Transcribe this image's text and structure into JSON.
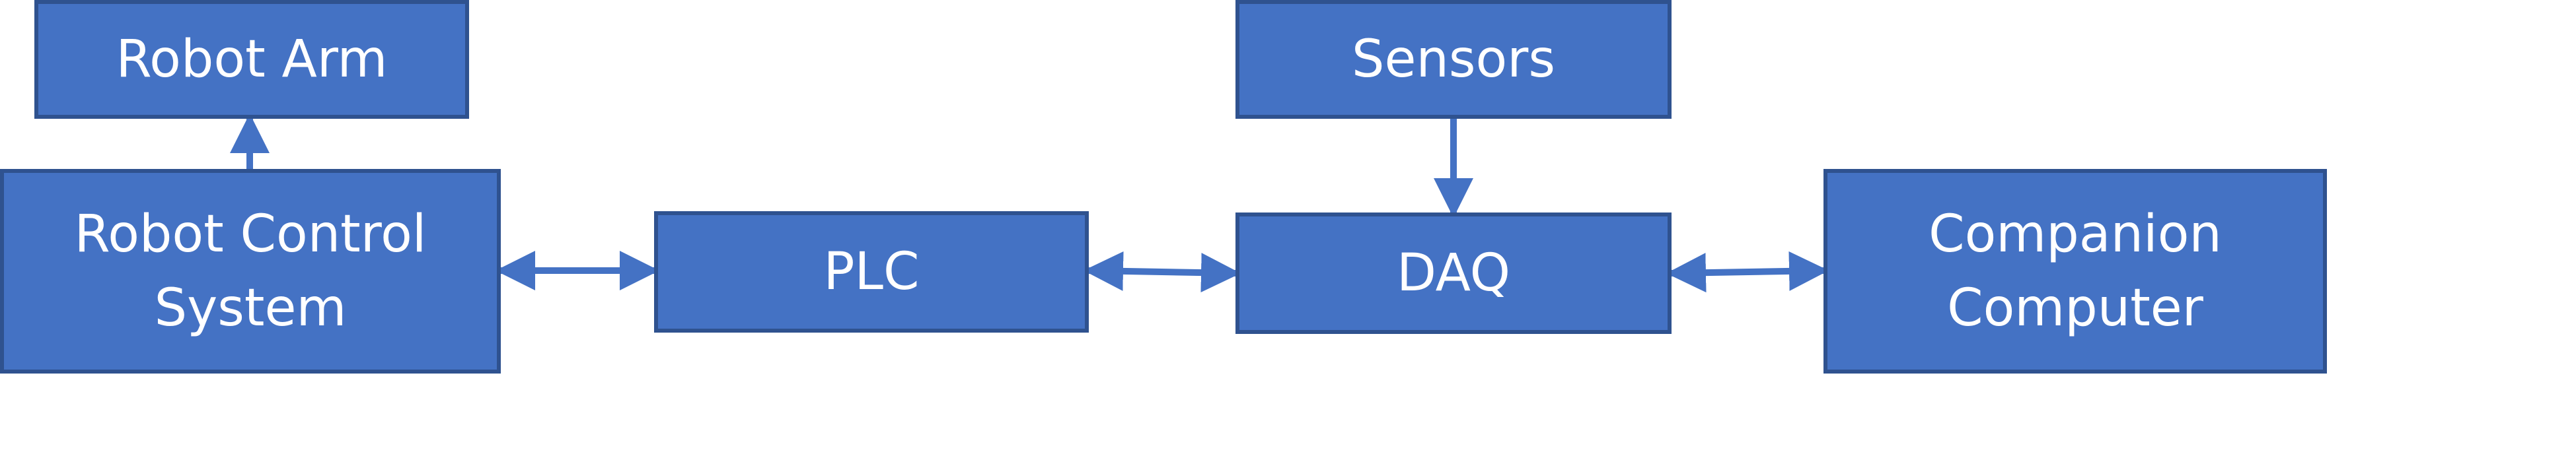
{
  "nodes": {
    "robot_arm": {
      "label": "Robot Arm"
    },
    "robot_control": {
      "line1": "Robot Control",
      "line2": "System"
    },
    "plc": {
      "label": "PLC"
    },
    "sensors": {
      "label": "Sensors"
    },
    "daq": {
      "label": "DAQ"
    },
    "companion": {
      "line1": "Companion",
      "line2": "Computer"
    }
  },
  "edges": [
    {
      "from": "Robot Control System",
      "to": "Robot Arm",
      "direction": "one-way"
    },
    {
      "from": "Robot Control System",
      "to": "PLC",
      "direction": "two-way"
    },
    {
      "from": "PLC",
      "to": "DAQ",
      "direction": "two-way"
    },
    {
      "from": "Sensors",
      "to": "DAQ",
      "direction": "one-way"
    },
    {
      "from": "DAQ",
      "to": "Companion Computer",
      "direction": "two-way"
    }
  ],
  "colors": {
    "fill": "#4472C4",
    "border": "#2F528F",
    "text": "#FFFFFF"
  }
}
